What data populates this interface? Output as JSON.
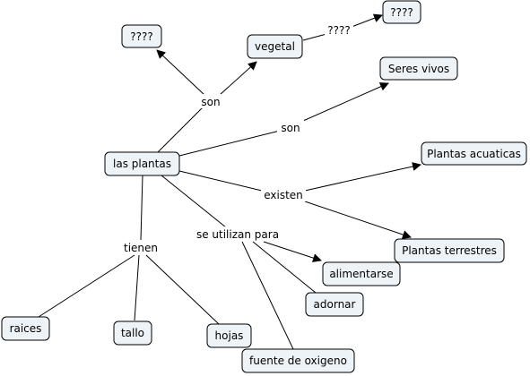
{
  "colors": {
    "node_fill": "#eef3f7",
    "node_border": "#000000",
    "line": "#000000",
    "background": "#ffffff"
  },
  "nodes": {
    "q1": "????",
    "vegetal": "vegetal",
    "q2": "????",
    "seres_vivos": "Seres vivos",
    "las_plantas": "las plantas",
    "plantas_acuaticas": "Plantas acuaticas",
    "plantas_terrestres": "Plantas terrestres",
    "alimentarse": "alimentarse",
    "adornar": "adornar",
    "raices": "raices",
    "tallo": "tallo",
    "hojas": "hojas",
    "fuente_oxigeno": "fuente de oxigeno"
  },
  "link_labels": {
    "son_1": "son",
    "link_q": "????",
    "son_2": "son",
    "existen": "existen",
    "se_utilizan_para": "se utilizan para",
    "tienen": "tienen"
  }
}
